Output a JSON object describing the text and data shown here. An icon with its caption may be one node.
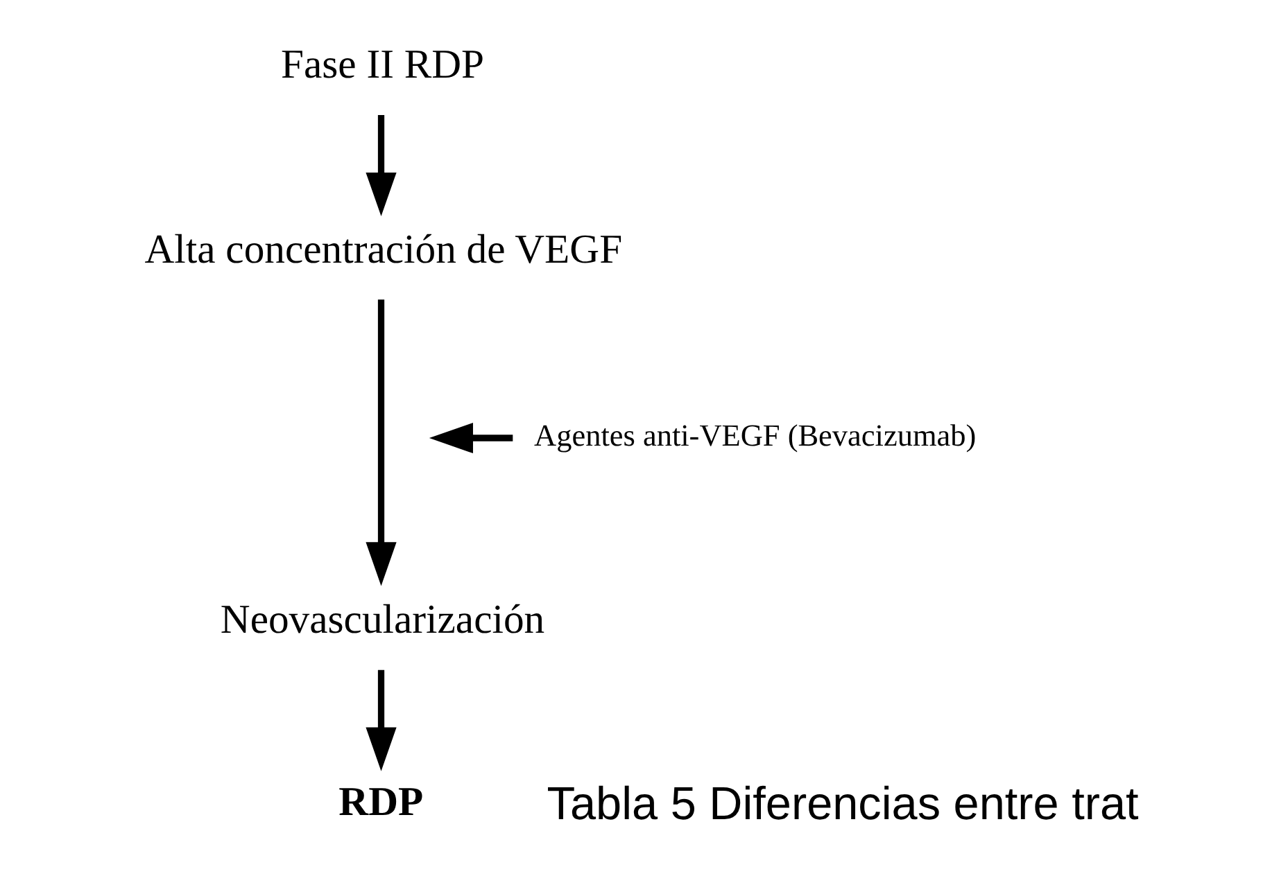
{
  "diagram": {
    "nodes": [
      {
        "text": [
          "Fase II RDP"
        ]
      },
      {
        "text": [
          "Alta concentración de VEGF"
        ]
      },
      {
        "text": [
          "Neovascularización"
        ]
      },
      {
        "text": [
          "RDP"
        ]
      },
      {
        "text": [
          "Agentes anti-VEGF (Bevacizumab)"
        ]
      }
    ],
    "edges": [
      {
        "from": 0,
        "to": 1,
        "arrow": "to"
      },
      {
        "from": 1,
        "to": 2,
        "arrow": "to"
      },
      {
        "from": 2,
        "to": 3,
        "arrow": "to"
      },
      {
        "from": 4,
        "to": null,
        "arrow": "to"
      }
    ],
    "labels": [
      "Tabla 5 Diferencias entre trat"
    ]
  }
}
